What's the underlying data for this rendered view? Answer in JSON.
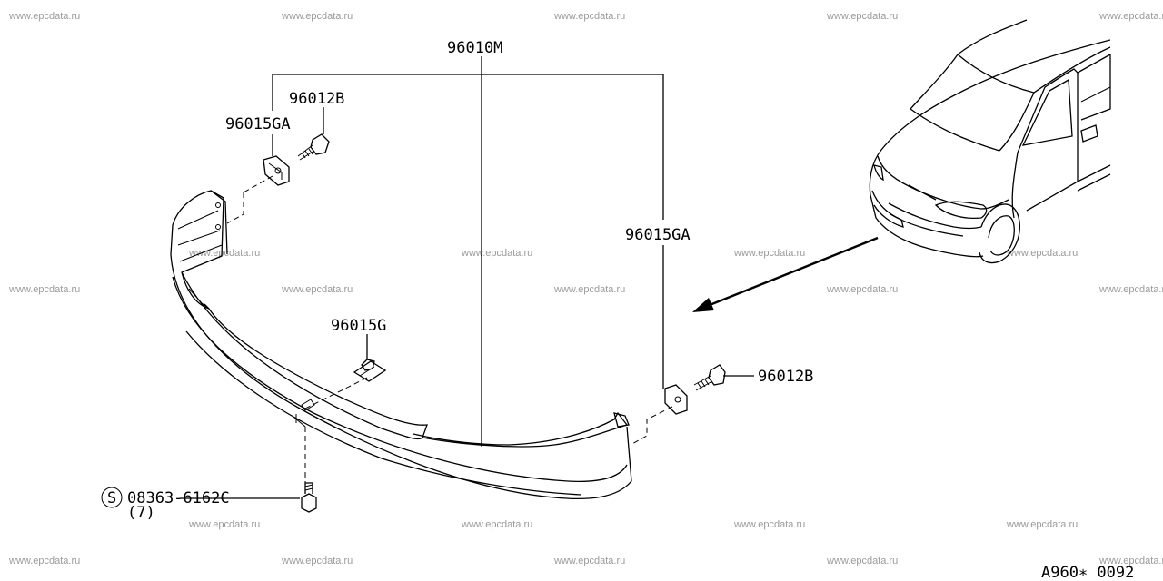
{
  "watermark": "www.epcdata.ru",
  "parts": {
    "assembly": "96010M",
    "bolt_top": "96012B",
    "bracket_top": "96015GA",
    "bracket_right": "96015GA",
    "clip_center": "96015G",
    "bolt_right": "96012B",
    "screw_code": "08363-6162C",
    "screw_qty": "(7)",
    "screw_symbol": "S"
  },
  "diagram_ref": "A960∗ 0092"
}
